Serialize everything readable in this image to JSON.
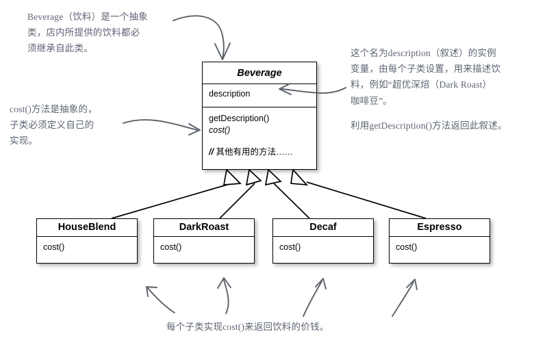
{
  "diagram": {
    "title": "Beverage abstract class UML diagram",
    "colors": {
      "note_text": "#5d6472",
      "box_border": "#000000",
      "box_fill": "#ffffff",
      "line": "#000000",
      "arrow": "#5a5f68"
    }
  },
  "classes": {
    "beverage": {
      "name": "Beverage",
      "stereotype": "abstract",
      "attributes": [
        "description"
      ],
      "methods": [
        "getDescription()",
        "cost()"
      ],
      "abstract_methods": [
        "cost()"
      ],
      "comment_slashes": "//",
      "comment_text": "其他有用的方法……"
    },
    "subclasses": [
      {
        "name": "HouseBlend",
        "methods": [
          "cost()"
        ]
      },
      {
        "name": "DarkRoast",
        "methods": [
          "cost()"
        ]
      },
      {
        "name": "Decaf",
        "methods": [
          "cost()"
        ]
      },
      {
        "name": "Espresso",
        "methods": [
          "cost()"
        ]
      }
    ]
  },
  "annotations": {
    "top_left": "Beverage（饮料）是一个抽象\n类，店内所提供的饮料都必\n须继承自此类。",
    "left": "cost()方法是抽象的，\n子类必须定义自己的\n实现。",
    "right_top": "这个名为description（叙述）的实例\n变量，由每个子类设置，用来描述饮\n料，例如“超优深焙（Dark Roast）\n咖啡豆”。",
    "right_bottom": "利用getDescription()方法返回此叙述。",
    "bottom": "每个子类实现cost()来返回饮料的价钱。"
  }
}
